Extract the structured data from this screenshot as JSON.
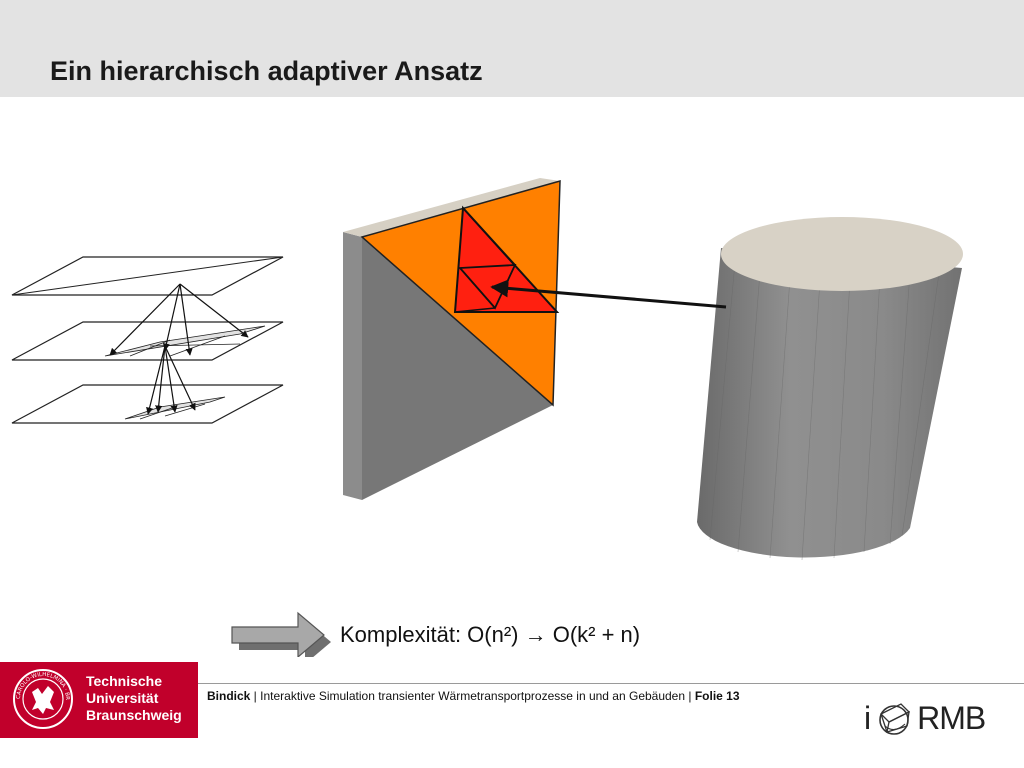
{
  "slide": {
    "title": "Ein hierarchisch adaptiver Ansatz",
    "complexity_text": "Komplexität: O(n²) → O(k² + n)"
  },
  "footer": {
    "author": "Bindick",
    "sep1": " | ",
    "subject": "Interaktive Simulation transienter Wärmetransportprozesse in und an Gebäuden",
    "sep2": " | ",
    "slide_label": "Folie 13"
  },
  "tu_logo": {
    "line1": "Technische",
    "line2": "Universität",
    "line3": "Braunschweig",
    "seal_text": "CAROLO-WILHELMINA · BRAUNSCHWEIG"
  },
  "irmb_logo": {
    "prefix": "i",
    "suffix": "RMB"
  },
  "colors": {
    "header_bg": "#e3e3e3",
    "tu_red": "#c1002b",
    "triangle_orange": "#ff8000",
    "triangle_red": "#ff2010",
    "slab_gray": "#7a7a7a",
    "cylinder_top": "#d8d2c6"
  }
}
